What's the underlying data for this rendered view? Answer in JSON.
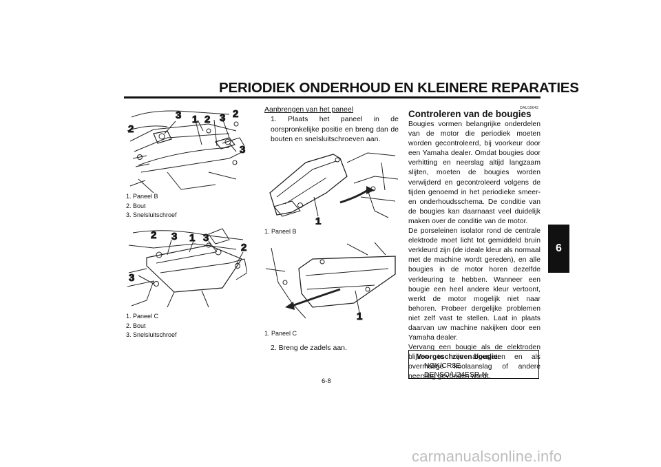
{
  "header": {
    "title": "PERIODIEK ONDERHOUD EN KLEINERE REPARATIES",
    "chapter_tab": "6"
  },
  "left_column": {
    "figure_top": {
      "callouts": [
        "3",
        "1",
        "2",
        "3",
        "2",
        "2",
        "3"
      ],
      "captions": [
        "1. Paneel B",
        "2. Bout",
        "3. Snelsluitschroef"
      ]
    },
    "figure_bottom": {
      "callouts": [
        "2",
        "3",
        "1",
        "3",
        "2",
        "3"
      ],
      "captions": [
        "1. Paneel C",
        "2. Bout",
        "3. Snelsluitschroef"
      ]
    }
  },
  "middle_column": {
    "heading": "Aanbrengen van het paneel",
    "step1": "1. Plaats het paneel in de oorspronkelijke positie en breng dan de bouten en snelsluitschroeven aan.",
    "figure_top": {
      "callout": "1",
      "caption": "1. Paneel B"
    },
    "figure_bottom": {
      "callout": "1",
      "caption": "1. Paneel C"
    },
    "step2": "2. Breng de zadels aan."
  },
  "right_column": {
    "code": "DAU19642",
    "section_heading": "Controleren van de bougies",
    "paragraphs": [
      "Bougies vormen belangrijke onderdelen van de motor die periodiek moeten worden gecontroleerd, bij voorkeur door een Yamaha dealer. Omdat bougies door verhit­ting en neerslag altijd langzaam slijten, moeten de bougies worden verwijderd en gecontroleerd volgens de tijden genoemd in het periodieke smeer- en onderhoudssche­ma. De conditie van de bougies kan daar­naast veel duidelijk maken over de conditie van de motor.",
      "De porseleinen isolator rond de centrale elektrode moet licht tot gemiddeld bruin ver­kleurd zijn (de ideale kleur als normaal met de machine wordt gereden), en alle bougies in de motor horen dezelfde verkleuring te hebben. Wanneer een bougie een heel an­dere kleur vertoont, werkt de motor mogelijk niet naar behoren. Probeer dergelijke pro­blemen niet zelf vast te stellen. Laat in plaats daarvan uw machine nakijken door een Yamaha dealer.",
      "Vervang een bougie als de elektroden blij­ken te zijn afgesleten en als overmatige koolaanslag of andere neerslag gevonden wordt."
    ],
    "spec_box": {
      "label": "Voorgeschreven bougie:",
      "values": [
        "NGK/CR8E",
        "DENSO/U24ESR-N"
      ]
    }
  },
  "page_number": "6-8",
  "footer_watermark": "carmanualsonline.info"
}
